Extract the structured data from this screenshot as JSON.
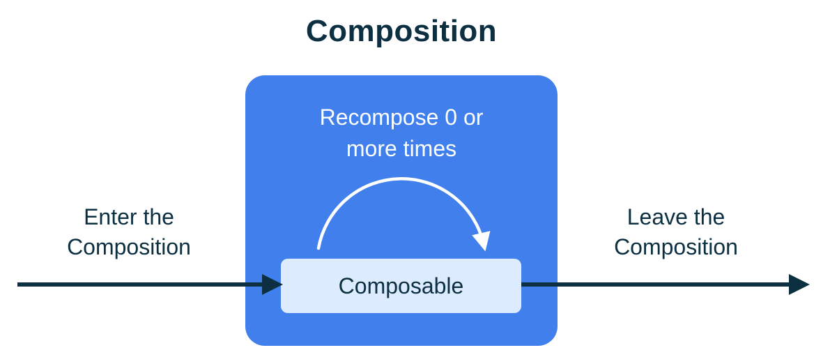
{
  "title": "Composition",
  "composition_box": {
    "recompose_line1": "Recompose 0 or",
    "recompose_line2": "more times",
    "composable_label": "Composable"
  },
  "flow": {
    "enter_line1": "Enter the",
    "enter_line2": "Composition",
    "leave_line1": "Leave the",
    "leave_line2": "Composition"
  },
  "colors": {
    "dark_navy": "#0C3042",
    "composition_blue": "#4180EC",
    "composable_light_blue": "#DCEBFD",
    "arc_white": "#FFFFFF",
    "background": "#FFFFFF"
  },
  "icons": {
    "recompose_loop_arrow": "white semicircular arc with arrowhead looping over Composable",
    "enter_flow_arrow": "dark right-pointing arrow entering the composition box",
    "leave_flow_arrow": "dark right-pointing arrow leaving the composition box"
  }
}
